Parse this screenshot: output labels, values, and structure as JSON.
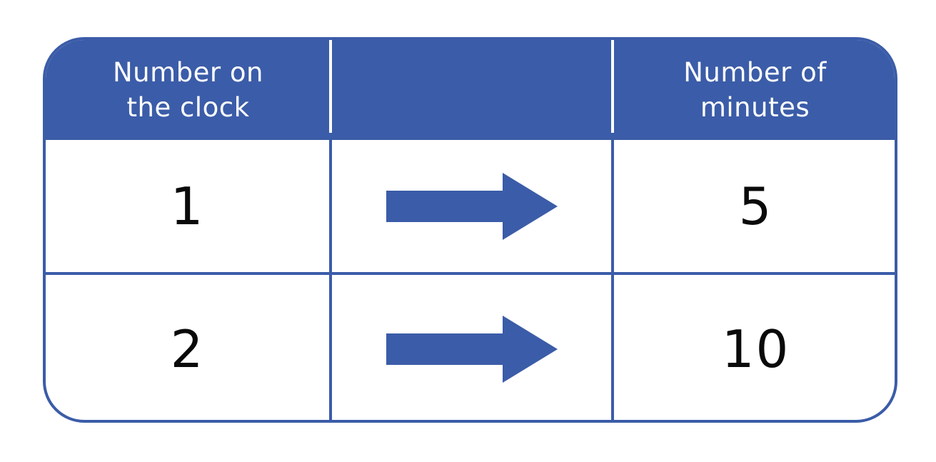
{
  "page": {
    "title": "Number on the clock to number of minutes",
    "background": "#ffffff",
    "accent_color": "#3B5CA8",
    "text_color": "#0a0a0a",
    "header_text_color": "#ffffff"
  },
  "table": {
    "headers": [
      {
        "label": "Number on\nthe clock",
        "line1": "Number on",
        "line2": "the clock"
      },
      {
        "label": "",
        "line1": "",
        "line2": ""
      },
      {
        "label": "Number of\nminutes",
        "line1": "Number of",
        "line2": "minutes"
      }
    ],
    "rows": [
      {
        "clock_number": "1",
        "arrow": "right-arrow",
        "minutes": "5"
      },
      {
        "clock_number": "2",
        "arrow": "right-arrow",
        "minutes": "10"
      }
    ]
  }
}
